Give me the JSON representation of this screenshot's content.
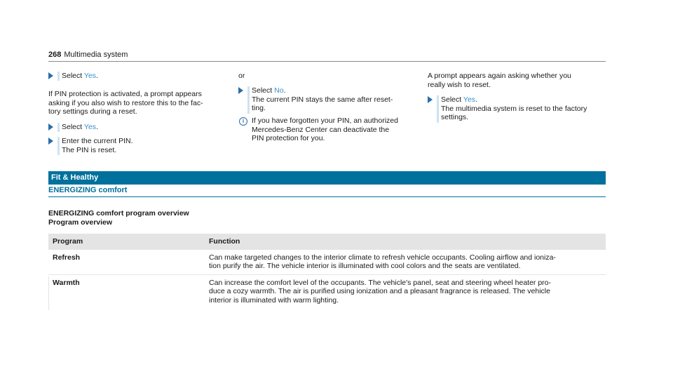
{
  "header": {
    "page_number": "268",
    "title": "Multimedia system"
  },
  "col1": {
    "step1_prefix": "Select ",
    "step1_link": "Yes",
    "step1_suffix": ".",
    "para": [
      "If PIN protection is activated, a prompt appears",
      "asking if you also wish to restore this to the fac-",
      "tory settings during a reset."
    ],
    "step2_prefix": "Select ",
    "step2_link": "Yes",
    "step2_suffix": ".",
    "step3_lines": [
      "Enter the current PIN.",
      "The PIN is reset."
    ]
  },
  "col2": {
    "or": "or",
    "step1_prefix": "Select ",
    "step1_link": "No",
    "step1_suffix": ".",
    "step1_lines": [
      "The current PIN stays the same after reset-",
      "ting."
    ],
    "info_lines": [
      "If you have forgotten your PIN, an authorized",
      "Mercedes-Benz Center can deactivate the",
      "PIN protection for you."
    ]
  },
  "col3": {
    "para": [
      "A prompt appears again asking whether you",
      "really wish to reset."
    ],
    "step1_prefix": "Select ",
    "step1_link": "Yes",
    "step1_suffix": ".",
    "step1_lines": [
      "The multimedia system is reset to the factory",
      "settings."
    ]
  },
  "section": {
    "title": "Fit & Healthy",
    "subtitle": "ENERGIZING comfort"
  },
  "overview": {
    "title": "ENERGIZING comfort program overview",
    "subtitle": "Program overview"
  },
  "table": {
    "headers": [
      "Program",
      "Function"
    ],
    "rows": [
      {
        "program": "Refresh",
        "function": [
          "Can make targeted changes to the interior climate to refresh vehicle occupants. Cooling airflow and ioniza-",
          "tion purify the air. The vehicle interior is illuminated with cool colors and the seats are ventilated."
        ]
      },
      {
        "program": "Warmth",
        "function": [
          "Can increase the comfort level of the occupants. The vehicle's panel, seat and steering wheel heater pro-",
          "duce a cozy warmth. The air is purified using ionization and a pleasant fragrance is released. The vehicle",
          "interior is illuminated with warm lighting."
        ]
      }
    ]
  },
  "colors": {
    "accent": "#00719c",
    "link": "#3a8fc9"
  }
}
